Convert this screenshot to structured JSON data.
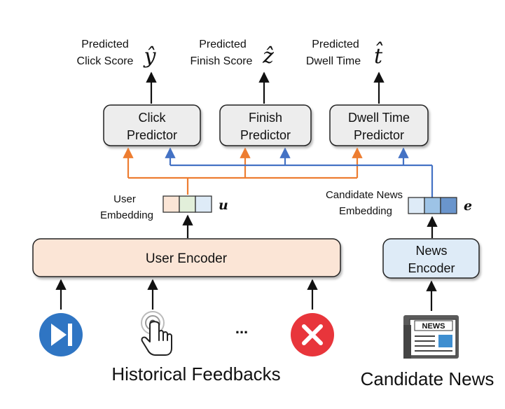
{
  "predictions": [
    {
      "line1": "Predicted",
      "line2": "Click Score",
      "symbol": "ŷ"
    },
    {
      "line1": "Predicted",
      "line2": "Finish Score",
      "symbol": "ẑ"
    },
    {
      "line1": "Predicted",
      "line2": "Dwell Time",
      "symbol": "t̂"
    }
  ],
  "predictors": [
    {
      "line1": "Click",
      "line2": "Predictor"
    },
    {
      "line1": "Finish",
      "line2": "Predictor"
    },
    {
      "line1": "Dwell Time",
      "line2": "Predictor"
    }
  ],
  "user_embedding": {
    "line1": "User",
    "line2": "Embedding",
    "symbol": "u"
  },
  "news_embedding": {
    "line1": "Candidate News",
    "line2": "Embedding",
    "symbol": "e"
  },
  "user_encoder": {
    "label": "User Encoder"
  },
  "news_encoder": {
    "line1": "News",
    "line2": "Encoder"
  },
  "feedback": {
    "ellipsis": "...",
    "caption": "Historical Feedbacks"
  },
  "candidate": {
    "caption": "Candidate News",
    "icon_text": "NEWS"
  },
  "colors": {
    "orange_line": "#ED7D31",
    "blue_line": "#4472C4",
    "predictor_fill": "#EDEDED",
    "user_encoder_fill": "#FBE5D6",
    "news_encoder_fill": "#DEEBF7",
    "icon_blue": "#2F75C3",
    "icon_red": "#E8353B"
  }
}
